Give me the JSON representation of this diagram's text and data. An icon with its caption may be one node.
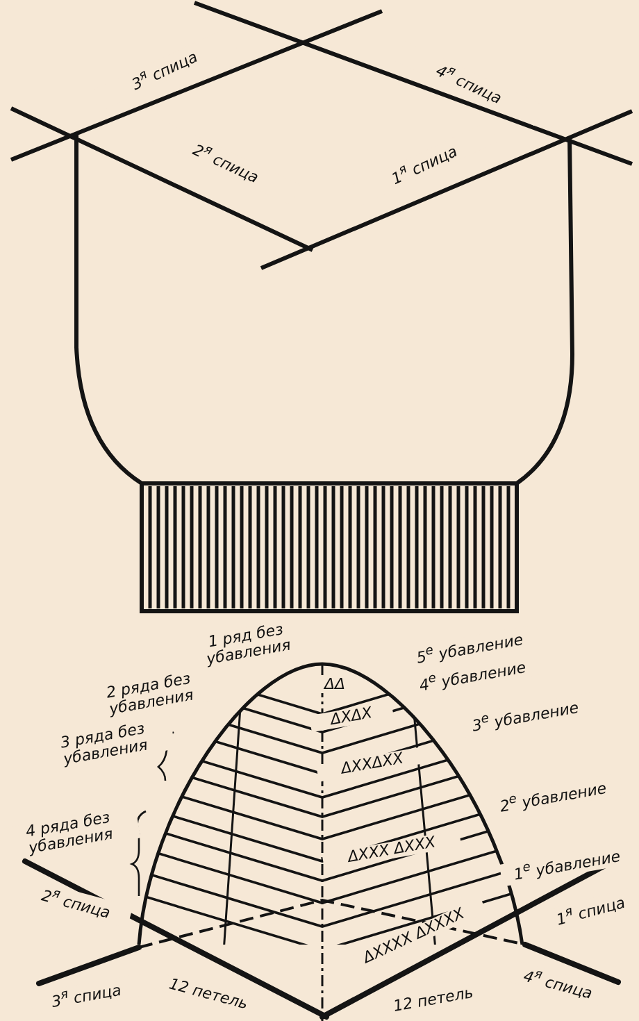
{
  "diagram": {
    "labels": [
      "3$^{я}$ спица",
      "4$^{я}$ спица",
      "2$^{я}$ спица",
      "1$^{я}$ спица",
      "1 ряд без убавления",
      "5$^{е}$ убавление",
      "2 ряда без убавления",
      "4$^{е}$ убавление",
      "ΔΔ",
      "ΔXΔX",
      "3$^{е}$ убавление",
      "3 ряда без убавления",
      "ΔXXΔXX",
      "2$^{е}$ убавление",
      "4 ряда без убавления",
      "ΔXXX ΔXXX",
      "2$^{я}$ спица",
      "1$^{е}$ убавление",
      "1$^{я}$ спица",
      "ΔXXXX ΔXXXX",
      "3$^{я}$ спица",
      "12 петель",
      "12 петель",
      "4$^{я}$ спица"
    ]
  }
}
